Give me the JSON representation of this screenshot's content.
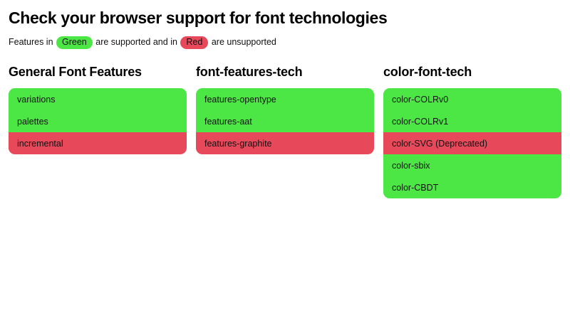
{
  "page": {
    "title": "Check your browser support for font technologies",
    "legend": {
      "prefix": "Features in",
      "supported_badge": "Green",
      "middle": "are supported and in",
      "unsupported_badge": "Red",
      "suffix": "are unsupported"
    },
    "colors": {
      "supported": "#4CE645",
      "unsupported": "#E8495A",
      "text": "#111111",
      "background": "#FFFFFF"
    }
  },
  "columns": [
    {
      "title": "General Font Features",
      "items": [
        {
          "label": "variations",
          "status": "supported"
        },
        {
          "label": "palettes",
          "status": "supported"
        },
        {
          "label": "incremental",
          "status": "unsupported"
        }
      ]
    },
    {
      "title": "font-features-tech",
      "items": [
        {
          "label": "features-opentype",
          "status": "supported"
        },
        {
          "label": "features-aat",
          "status": "supported"
        },
        {
          "label": "features-graphite",
          "status": "unsupported"
        }
      ]
    },
    {
      "title": "color-font-tech",
      "items": [
        {
          "label": "color-COLRv0",
          "status": "supported"
        },
        {
          "label": "color-COLRv1",
          "status": "supported"
        },
        {
          "label": "color-SVG (Deprecated)",
          "status": "unsupported"
        },
        {
          "label": "color-sbix",
          "status": "supported"
        },
        {
          "label": "color-CBDT",
          "status": "supported"
        }
      ]
    }
  ]
}
